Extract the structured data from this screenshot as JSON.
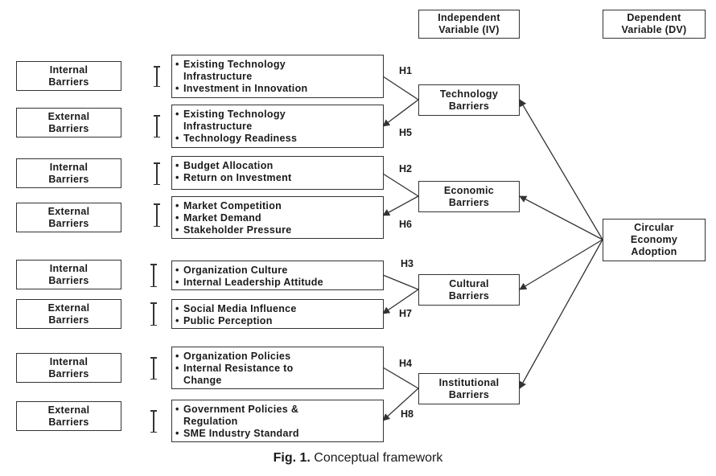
{
  "headers": {
    "iv": [
      "Independent",
      "Variable (IV)"
    ],
    "dv": [
      "Dependent",
      "Variable (DV)"
    ]
  },
  "groups": [
    {
      "category": [
        "Internal",
        "Barriers"
      ],
      "items": [
        "Existing Technology",
        "Infrastructure",
        "Investment in Innovation"
      ],
      "bullets": [
        0,
        2
      ],
      "hypothesis": "H1"
    },
    {
      "category": [
        "External",
        "Barriers"
      ],
      "items": [
        "Existing Technology",
        "Infrastructure",
        "Technology Readiness"
      ],
      "bullets": [
        0,
        2
      ],
      "hypothesis": "H5"
    },
    {
      "category": [
        "Internal",
        "Barriers"
      ],
      "items": [
        "Budget Allocation",
        "Return on Investment"
      ],
      "bullets": [
        0,
        1
      ],
      "hypothesis": "H2"
    },
    {
      "category": [
        "External",
        "Barriers"
      ],
      "items": [
        "Market Competition",
        "Market Demand",
        "Stakeholder Pressure"
      ],
      "bullets": [
        0,
        1,
        2
      ],
      "hypothesis": "H6"
    },
    {
      "category": [
        "Internal",
        "Barriers"
      ],
      "items": [
        "Organization Culture",
        "Internal Leadership Attitude"
      ],
      "bullets": [
        0,
        1
      ],
      "hypothesis": "H3"
    },
    {
      "category": [
        "External",
        "Barriers"
      ],
      "items": [
        "Social Media Influence",
        "Public Perception"
      ],
      "bullets": [
        0,
        1
      ],
      "hypothesis": "H7"
    },
    {
      "category": [
        "Internal",
        "Barriers"
      ],
      "items": [
        "Organization Policies",
        "Internal Resistance to",
        "Change"
      ],
      "bullets": [
        0,
        1
      ],
      "hypothesis": "H4"
    },
    {
      "category": [
        "External",
        "Barriers"
      ],
      "items": [
        "Government Policies &",
        "Regulation",
        "SME Industry Standard"
      ],
      "bullets": [
        0,
        2
      ],
      "hypothesis": "H8"
    }
  ],
  "iv_boxes": [
    [
      "Technology",
      "Barriers"
    ],
    [
      "Economic",
      "Barriers"
    ],
    [
      "Cultural",
      "Barriers"
    ],
    [
      "Institutional",
      "Barriers"
    ]
  ],
  "dv_box": [
    "Circular",
    "Economy",
    "Adoption"
  ],
  "caption": {
    "label": "Fig. 1.",
    "text": " Conceptual framework"
  },
  "colors": {
    "line": "#333333",
    "background": "#ffffff"
  }
}
